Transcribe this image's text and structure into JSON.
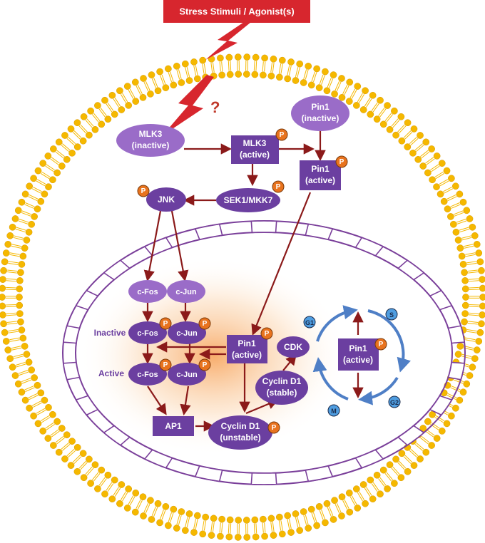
{
  "stimulus": {
    "label": "Stress Stimuli / Agonist(s)",
    "question": "?"
  },
  "nodes": {
    "mlk3_inactive": [
      "MLK3",
      "(inactive)"
    ],
    "mlk3_active": [
      "MLK3",
      "(active)"
    ],
    "pin1_inactive": [
      "Pin1",
      "(inactive)"
    ],
    "pin1_active_top": [
      "Pin1",
      "(active)"
    ],
    "sek1": "SEK1/MKK7",
    "jnk": "JNK",
    "cfos": "c-Fos",
    "cjun": "c-Jun",
    "cfos_inactive": "c-Fos",
    "cjun_inactive": "c-Jun",
    "cfos_active": "c-Fos",
    "cjun_active": "c-Jun",
    "pin1_active_mid": [
      "Pin1",
      "(active)"
    ],
    "ap1": "AP1",
    "cyclin_unstable": [
      "Cyclin D1",
      "(unstable)"
    ],
    "cyclin_stable": [
      "Cyclin D1",
      "(stable)"
    ],
    "cdk": "CDK",
    "pin1_cycle": [
      "Pin1",
      "(active)"
    ]
  },
  "labels": {
    "inactive": "Inactive",
    "active": "Active"
  },
  "phospho": "P",
  "cell_cycle": {
    "g1": "G1",
    "s": "S",
    "g2": "G2",
    "m": "M"
  },
  "colors": {
    "membrane": "#f5b800",
    "dark_node": "#6b3fa0",
    "light_node": "#9a6cc8",
    "arrow": "#8b1a1a",
    "phospho": "#e8731e",
    "cycle": "#4f7fc6",
    "stimulus_box": "#d7262e"
  }
}
